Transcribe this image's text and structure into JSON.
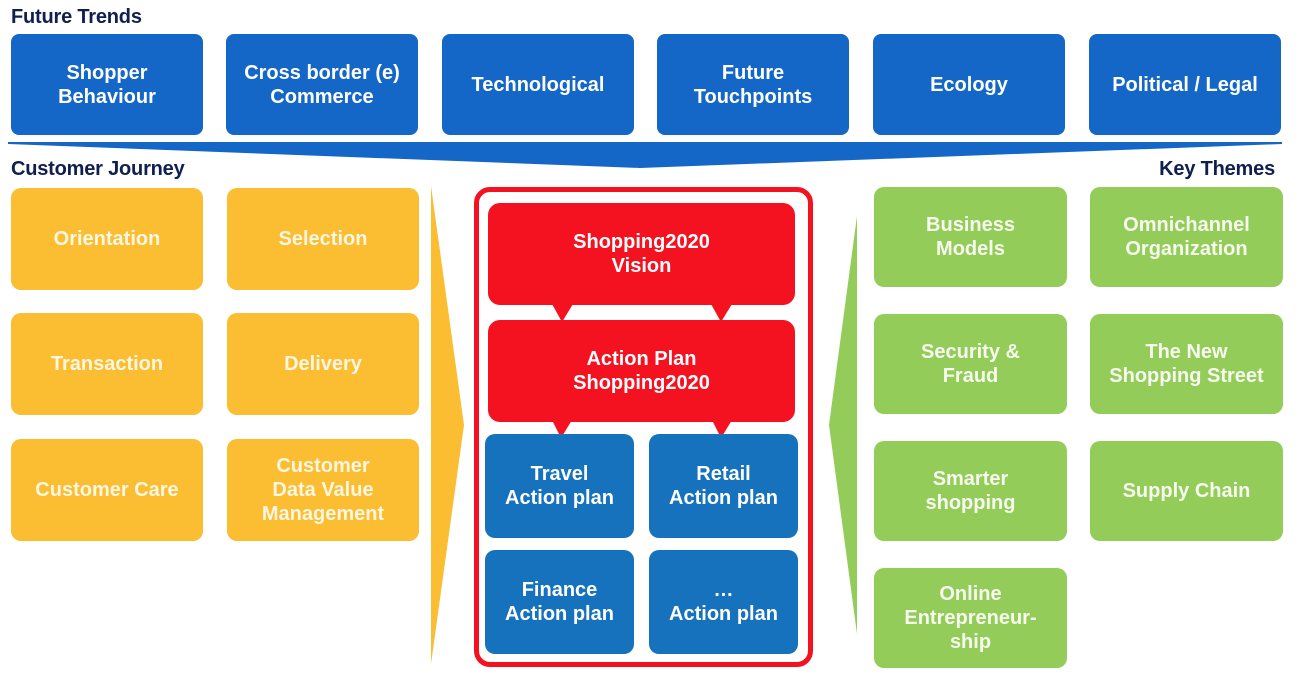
{
  "colors": {
    "trend_blue": "#1467c7",
    "journey_yellow": "#fbbd31",
    "theme_green": "#93cc58",
    "vision_red": "#f41120",
    "plan_blue": "#1672bd",
    "title_navy": "#0f1f4f"
  },
  "future_trends": {
    "title": "Future Trends",
    "items": [
      {
        "label": "Shopper\nBehaviour"
      },
      {
        "label": "Cross border (e)\nCommerce"
      },
      {
        "label": "Technological"
      },
      {
        "label": "Future\nTouchpoints"
      },
      {
        "label": "Ecology"
      },
      {
        "label": "Political / Legal"
      }
    ]
  },
  "customer_journey": {
    "title": "Customer Journey",
    "items": [
      {
        "label": "Orientation"
      },
      {
        "label": "Selection"
      },
      {
        "label": "Transaction"
      },
      {
        "label": "Delivery"
      },
      {
        "label": "Customer Care"
      },
      {
        "label": "Customer\nData Value\nManagement"
      }
    ]
  },
  "center": {
    "vision": "Shopping2020\nVision",
    "action_plan": "Action Plan\nShopping2020",
    "plans": [
      {
        "label": "Travel\nAction plan"
      },
      {
        "label": "Retail\nAction plan"
      },
      {
        "label": "Finance\nAction plan"
      },
      {
        "label": "…\nAction plan"
      }
    ]
  },
  "key_themes": {
    "title": "Key Themes",
    "items": [
      {
        "label": "Business\nModels"
      },
      {
        "label": "Omnichannel\nOrganization"
      },
      {
        "label": "Security &\nFraud"
      },
      {
        "label": "The New\nShopping Street"
      },
      {
        "label": "Smarter\nshopping"
      },
      {
        "label": "Supply Chain"
      },
      {
        "label": "Online\nEntrepreneur-\nship"
      }
    ]
  }
}
